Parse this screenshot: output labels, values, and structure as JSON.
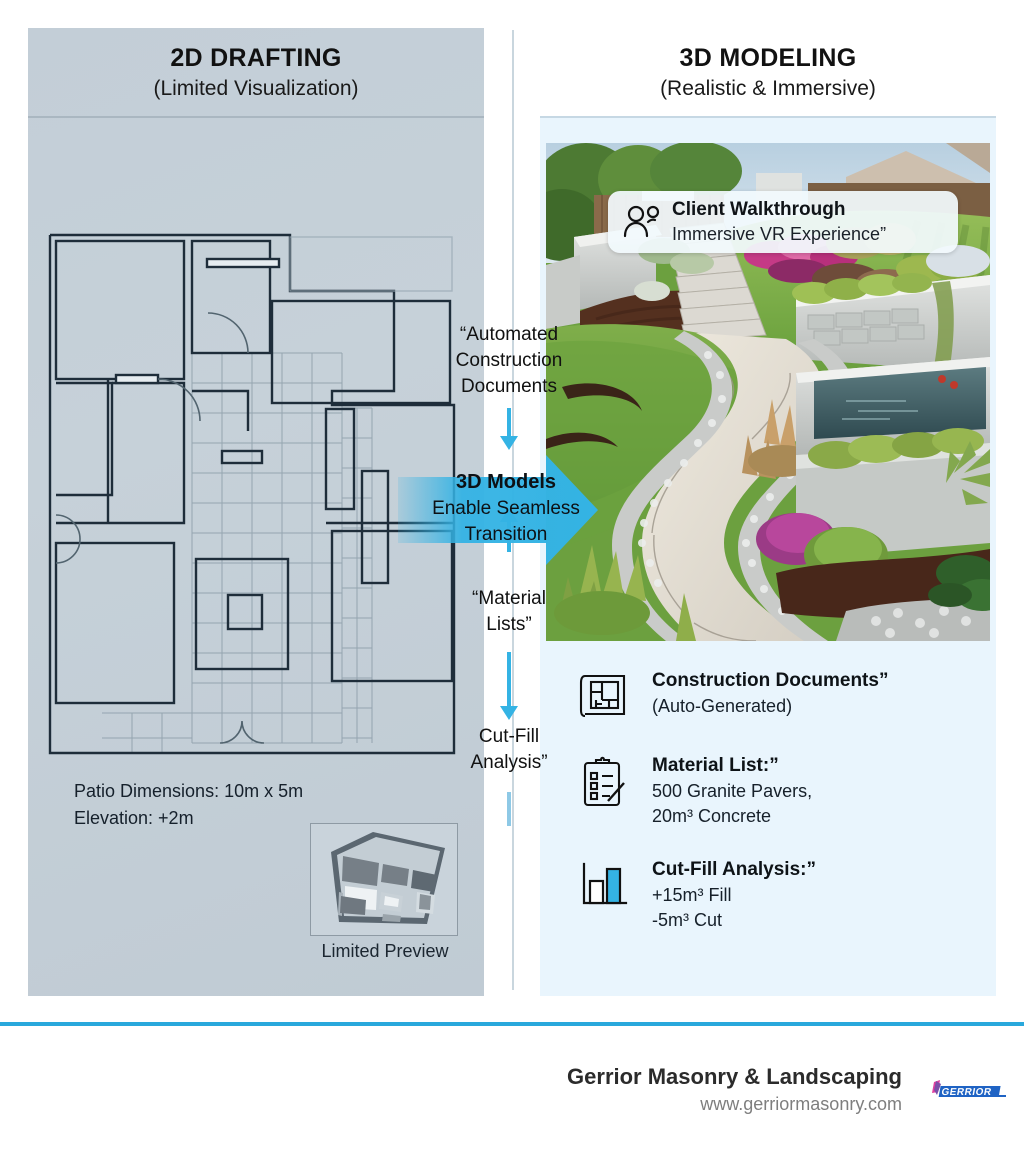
{
  "left": {
    "title": "2D DRAFTING",
    "subtitle": "(Limited Visualization)",
    "notes": {
      "dimensions": "Patio Dimensions: 10m x 5m",
      "elevation": "Elevation: +2m"
    },
    "preview_caption": "Limited Preview",
    "preview_icon": "isometric-floorplan-thumbnail"
  },
  "right": {
    "title": "3D MODELING",
    "subtitle": "(Realistic & Immersive)",
    "photo_alt": "landscaped-backyard-with-stone-path-retaining-walls-and-water-feature",
    "badge": {
      "icon": "two-people-icon",
      "title": "Client Walkthrough",
      "subtitle": "Immersive VR Experience”"
    },
    "features": [
      {
        "icon": "blueprint-icon",
        "title": "Construction Documents”",
        "lines": [
          "(Auto-Generated)"
        ]
      },
      {
        "icon": "clipboard-checklist-icon",
        "title": "Material List:”",
        "lines": [
          "500 Granite Pavers,",
          "20m³ Concrete"
        ]
      },
      {
        "icon": "bar-chart-icon",
        "title": "Cut-Fill Analysis:”",
        "lines": [
          "+15m³ Fill",
          "-5m³ Cut"
        ]
      }
    ]
  },
  "center": {
    "annotation_1": "“Automated\nConstruction\nDocuments",
    "annotation_1_lines": [
      "“Automated",
      "Construction",
      "Documents"
    ],
    "annotation_2_lines": [
      "“Material",
      "Lists”"
    ],
    "annotation_3_lines": [
      "Cut-Fill",
      "Analysis”"
    ],
    "arrow": {
      "title": "3D Models",
      "subtitle_lines": [
        "Enable Seamless",
        "Transition"
      ]
    }
  },
  "footer": {
    "brand": "Gerrior Masonry & Landscaping",
    "url": "www.gerriormasonry.com",
    "logo": "gerrior-logo",
    "logo_text": "GERRIOR"
  },
  "colors": {
    "accent_cyan": "#34b3e4",
    "footer_rule": "#29a8dc",
    "left_panel_bg": "#c4cfd8",
    "right_panel_bg": "#e9f5fd",
    "plan_line": "#1e2d3a"
  }
}
